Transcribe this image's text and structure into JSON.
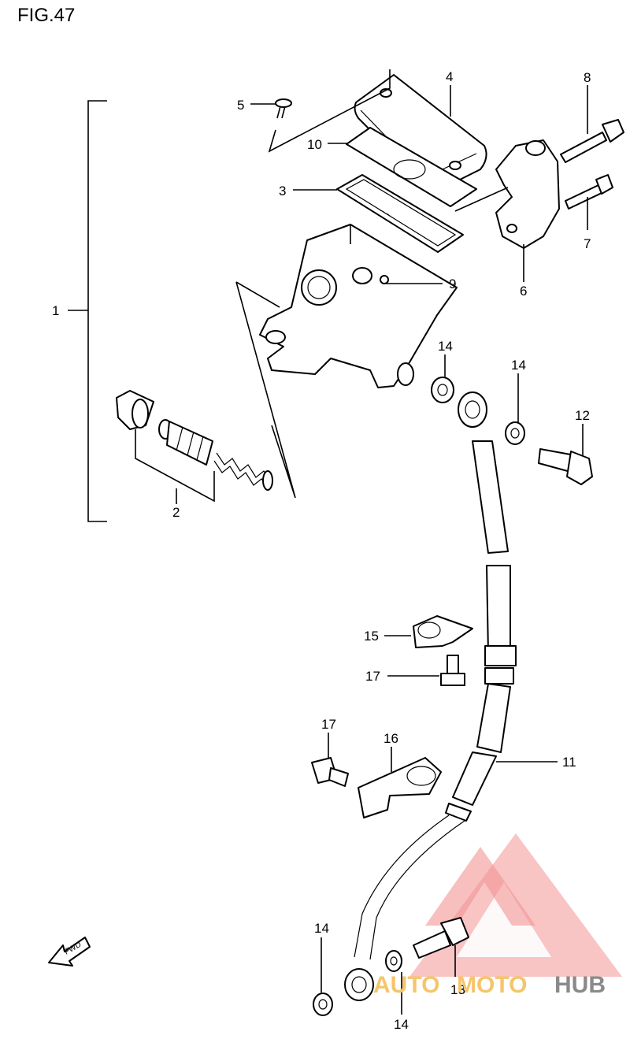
{
  "figure": {
    "title": "FIG.47"
  },
  "callouts": [
    {
      "id": "p1",
      "label": "1"
    },
    {
      "id": "p2",
      "label": "2"
    },
    {
      "id": "p3",
      "label": "3"
    },
    {
      "id": "p4",
      "label": "4"
    },
    {
      "id": "p5",
      "label": "5"
    },
    {
      "id": "p6",
      "label": "6"
    },
    {
      "id": "p7",
      "label": "7"
    },
    {
      "id": "p8",
      "label": "8"
    },
    {
      "id": "p9",
      "label": "9"
    },
    {
      "id": "p10",
      "label": "10"
    },
    {
      "id": "p11",
      "label": "11"
    },
    {
      "id": "p12",
      "label": "12"
    },
    {
      "id": "p13",
      "label": "13"
    },
    {
      "id": "p14a",
      "label": "14"
    },
    {
      "id": "p14b",
      "label": "14"
    },
    {
      "id": "p14c",
      "label": "14"
    },
    {
      "id": "p14d",
      "label": "14"
    },
    {
      "id": "p15",
      "label": "15"
    },
    {
      "id": "p16",
      "label": "16"
    },
    {
      "id": "p17a",
      "label": "17"
    },
    {
      "id": "p17b",
      "label": "17"
    }
  ],
  "direction_arrow": {
    "label": "FWD",
    "icon": "forward-arrow-icon"
  },
  "watermark": {
    "word_part1": "AUTO",
    "word_part2": "MOTO",
    "word_part3": "HUB",
    "colors": {
      "triangle": "#f08080",
      "auto": "#f5c56b",
      "moto": "#f5c56b",
      "hub": "#8a8a8a"
    }
  }
}
